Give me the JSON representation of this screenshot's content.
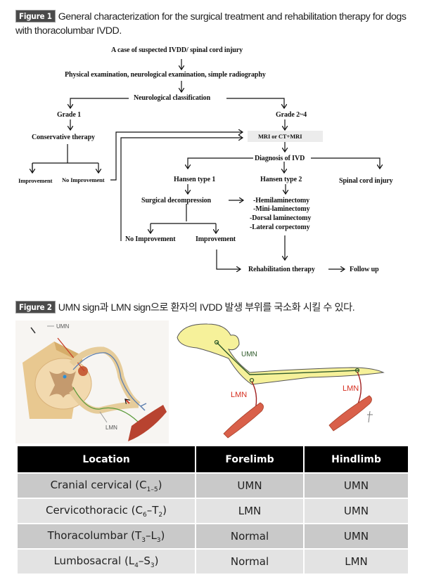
{
  "figure1": {
    "label": "Figure 1",
    "caption": "General characterization for the surgical treatment and rehabilitation therapy for dogs with thoracolumbar IVDD.",
    "flowchart": {
      "start": "A case of suspected IVDD/ spinal cord injury",
      "exam": "Physical examination, neurological examination, simple radiography",
      "classification": "Neurological classification",
      "grade1": "Grade 1",
      "grade2_4": "Grade 2~4",
      "conservative": "Conservative therapy",
      "improvement_left": "Improvement",
      "no_improvement_left": "No Improvement",
      "imaging": "MRI or CT+MRI",
      "diagnosis": "Diagnosis of IVD",
      "hansen1": "Hansen type 1",
      "hansen2": "Hansen type 2",
      "spinal_injury": "Spinal cord injury",
      "surgical": "Surgical decompression",
      "procedures": [
        "-Hemilaminectomy",
        "-Mini-laminectomy",
        "-Dorsal laminectomy",
        "-Lateral corpectomy"
      ],
      "no_improvement_bottom": "No Improvement",
      "improvement_bottom": "Improvement",
      "rehab": "Rehabilitation therapy",
      "follow_up": "Follow up"
    }
  },
  "figure2": {
    "label": "Figure 2",
    "caption": "UMN sign과 LMN sign으로 환자의 IVDD 발생 부위를 국소화 시킬 수 있다.",
    "illustration_left": {
      "labels": [
        "UMN",
        "LMN"
      ]
    },
    "illustration_right": {
      "labels": [
        "UMN",
        "LMN",
        "LMN"
      ]
    },
    "table": {
      "headers": [
        "Location",
        "Forelimb",
        "Hindlimb"
      ],
      "rows": [
        {
          "location": "Cranial cervical",
          "seg": [
            "C",
            "1–5",
            "",
            ""
          ],
          "forelimb": "UMN",
          "hindlimb": "UMN"
        },
        {
          "location": "Cervicothoracic",
          "seg": [
            "C",
            "6",
            "T",
            "2"
          ],
          "forelimb": "LMN",
          "hindlimb": "UMN"
        },
        {
          "location": "Thoracolumbar",
          "seg": [
            "T",
            "3",
            "L",
            "3"
          ],
          "forelimb": "Normal",
          "hindlimb": "UMN"
        },
        {
          "location": "Lumbosacral",
          "seg": [
            "L",
            "4",
            "S",
            "3"
          ],
          "forelimb": "Normal",
          "hindlimb": "LMN"
        }
      ]
    },
    "colors": {
      "umn": "#2f5a2a",
      "lmn": "#d62e1f",
      "cord": "#f6f19a",
      "muscle": "#d9604a"
    }
  }
}
